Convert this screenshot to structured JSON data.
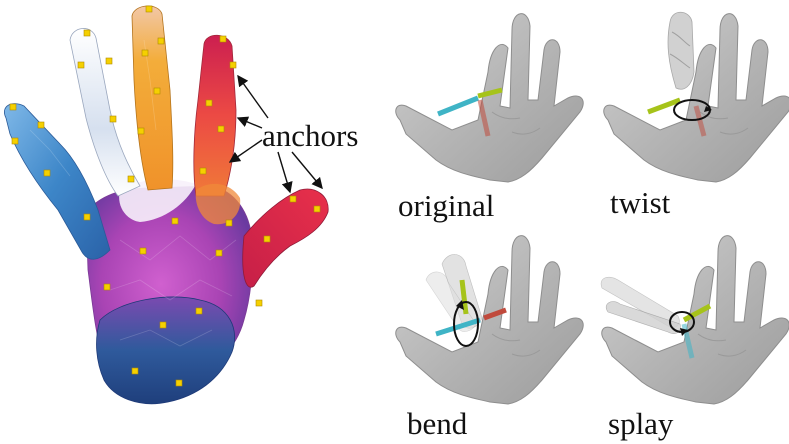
{
  "labels": {
    "anchors": "anchors",
    "original": "original",
    "twist": "twist",
    "bend": "bend",
    "splay": "splay"
  },
  "colors": {
    "pinky_region": "#3f86c8",
    "ring_region": "#e9eef6",
    "middle_region": "#f0a12a",
    "index_region": "#e0294a",
    "palm_region": "#b347b7",
    "wrist_region": "#2f5a9c",
    "anchor": "#f5d000",
    "hand_gray": "#b9b9b9",
    "joint_cyan": "#3fb4c6",
    "joint_lime": "#a6c31a",
    "joint_red": "#c04a3c"
  }
}
